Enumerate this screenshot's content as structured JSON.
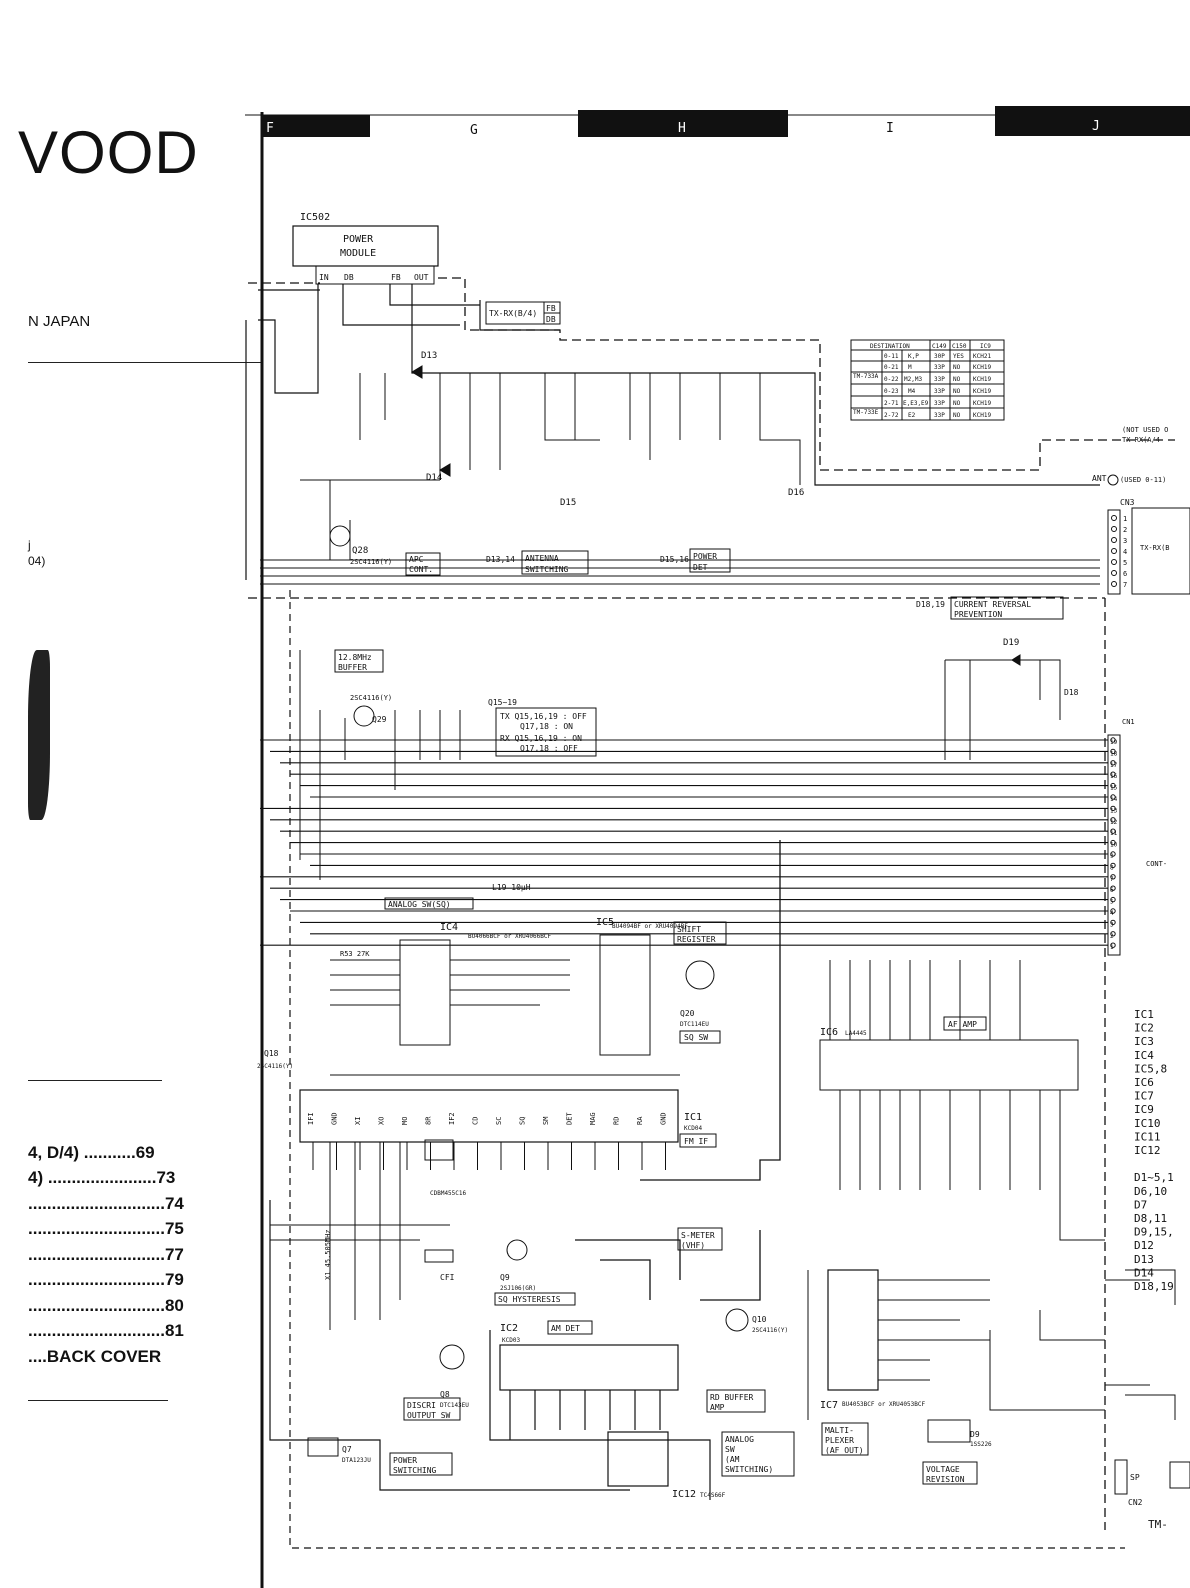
{
  "brand_fragment": "VOOD",
  "made_in": "N JAPAN",
  "left_fragments": [
    "j",
    "04)"
  ],
  "zones": [
    "F",
    "G",
    "H",
    "I",
    "J"
  ],
  "toc": [
    {
      "text": "4, D/4) ...........69"
    },
    {
      "text": "4) .......................73"
    },
    {
      "text": ".............................74"
    },
    {
      "text": ".............................75"
    },
    {
      "text": ".............................77"
    },
    {
      "text": ".............................79"
    },
    {
      "text": ".............................80"
    },
    {
      "text": ".............................81"
    },
    {
      "text": "....BACK COVER"
    }
  ],
  "blocks": {
    "ic502": {
      "ref": "IC502",
      "line1": "POWER",
      "line2": "MODULE",
      "pins": [
        "IN",
        "DB",
        "FB",
        "OUT"
      ]
    },
    "txrx": "TX-RX(B/4)",
    "fb": "FB",
    "db": "DB",
    "apc": [
      "APC",
      "CONT."
    ],
    "antsw": [
      "ANTENNA",
      "SWITCHING"
    ],
    "d1314": "D13,14",
    "d1516": "D15,16",
    "powerdet": [
      "POWER",
      "DET"
    ],
    "currev": [
      "CURRENT REVERSAL",
      "PREVENTION"
    ],
    "d1819": "D18,19",
    "buffer": [
      "12.8MHz",
      "BUFFER"
    ],
    "q1519": "Q15~19",
    "txline": "TX  Q15,16,19 : OFF",
    "txline2": "Q17,18 : ON",
    "rxline": "RX  Q15,16,19 : ON",
    "rxline2": "Q17,18 : OFF",
    "analogsw": "ANALOG SW(SQ)",
    "ic4": "IC4",
    "ic4part": "BU4066BCF or XRU4066BCF",
    "ic5": "IC5",
    "ic5part": "BU4094BF or XRU4094BF",
    "shiftreg": [
      "SHIFT",
      "REGISTER"
    ],
    "q20": "Q20",
    "q20part": "DTC114EU",
    "sqsw": "SQ SW",
    "ic6": "IC6",
    "ic6part": "LA4445",
    "afamp": "AF AMP",
    "ic1": "IC1",
    "ic1part": "KCD04",
    "fmif": "FM IF",
    "ic2": "IC2",
    "ic2part": "KCD03",
    "amdet": "AM DET",
    "smeter": [
      "S-METER",
      "(VHF)"
    ],
    "q9": "Q9",
    "q9part": "2SJ106(GR)",
    "sqhyst": "SQ HYSTERESIS",
    "q10": "Q10",
    "q10part": "2SC4116(Y)",
    "rdbuf": [
      "RD BUFFER",
      "AMP"
    ],
    "q8": "Q8",
    "q8part": "DTC143EU",
    "discri": [
      "DISCRI",
      "OUTPUT SW"
    ],
    "q7": "Q7",
    "q7part": "DTA123JU",
    "powersw": [
      "POWER",
      "SWITCHING"
    ],
    "ic12": "IC12",
    "ic12part": "TC4S66F",
    "analogamsw": [
      "ANALOG",
      "SW",
      "(AM",
      "SWITCHING)"
    ],
    "ic7": "IC7",
    "ic7part": "BU4053BCF or XRU4053BCF",
    "multiplexer": [
      "MALTI-",
      "PLEXER",
      "(AF OUT)"
    ],
    "voltrev": [
      "VOLTAGE",
      "REVISION"
    ],
    "d9": "D9",
    "d9part": "1SS226",
    "cfi": "CFI",
    "cdbm": "CDBM455C16",
    "x1": "X1 45.505MHz",
    "q28": "Q28",
    "q28part": "2SC4116(Y)",
    "q29": "Q29",
    "q29part": "2SC4116(Y)",
    "d13": "D13",
    "d14": "D14",
    "d15": "D15",
    "d16": "D16",
    "d19": "D19",
    "d18": "D18",
    "l19": "L19  10µH",
    "cn1": "CN1",
    "cn2": "CN2",
    "cn3": "CN3",
    "ant": "ANT",
    "notused": "(NOT USED O",
    "usedto": "(USED 0-11)",
    "txrxa": "TX-RX(A/4",
    "txrxb": "TX-RX(B",
    "contr": "CONT-",
    "tmfoot": "TM-",
    "sp": "SP",
    "q18": "Q18",
    "q18part": "2SC4116(Y)",
    "ic1pins": [
      "IFI",
      "GND",
      "XI",
      "XO",
      "MO",
      "8R",
      "IF2",
      "CD",
      "SC",
      "SQ",
      "SM",
      "DET",
      "MAG",
      "RD",
      "RA",
      "GND"
    ]
  },
  "dest_table": {
    "headers": [
      "DESTINATION",
      "C149",
      "C150",
      "IC9"
    ],
    "rows": [
      [
        "TM-733A",
        "0-11",
        "K,P",
        "30P",
        "YES",
        "KCH21"
      ],
      [
        "",
        "0-21",
        "M",
        "33P",
        "NO",
        "KCH19"
      ],
      [
        "",
        "0-22",
        "M2,M3",
        "33P",
        "NO",
        "KCH19"
      ],
      [
        "",
        "0-23",
        "M4",
        "33P",
        "NO",
        "KCH19"
      ],
      [
        "TM-733E",
        "2-71",
        "E,E3,E9",
        "33P",
        "NO",
        "KCH19"
      ],
      [
        "",
        "2-72",
        "E2",
        "33P",
        "NO",
        "KCH19"
      ]
    ]
  },
  "right_ic_list": [
    "IC1",
    "IC2",
    "IC3",
    "IC4",
    "IC5,8",
    "IC6",
    "IC7",
    "IC9",
    "IC10",
    "IC11",
    "IC12",
    "",
    "D1~5,1",
    "D6,10",
    "D7",
    "D8,11",
    "D9,15,",
    "D12",
    "D13",
    "D14",
    "D18,19"
  ],
  "cn1_pins": [
    "19",
    "18",
    "17",
    "16",
    "15",
    "14",
    "13",
    "12",
    "11",
    "10",
    "9",
    "8",
    "7",
    "6",
    "5",
    "4",
    "3",
    "2",
    "1"
  ],
  "cn3_pins": [
    "1",
    "2",
    "3",
    "4",
    "5",
    "6",
    "7"
  ]
}
